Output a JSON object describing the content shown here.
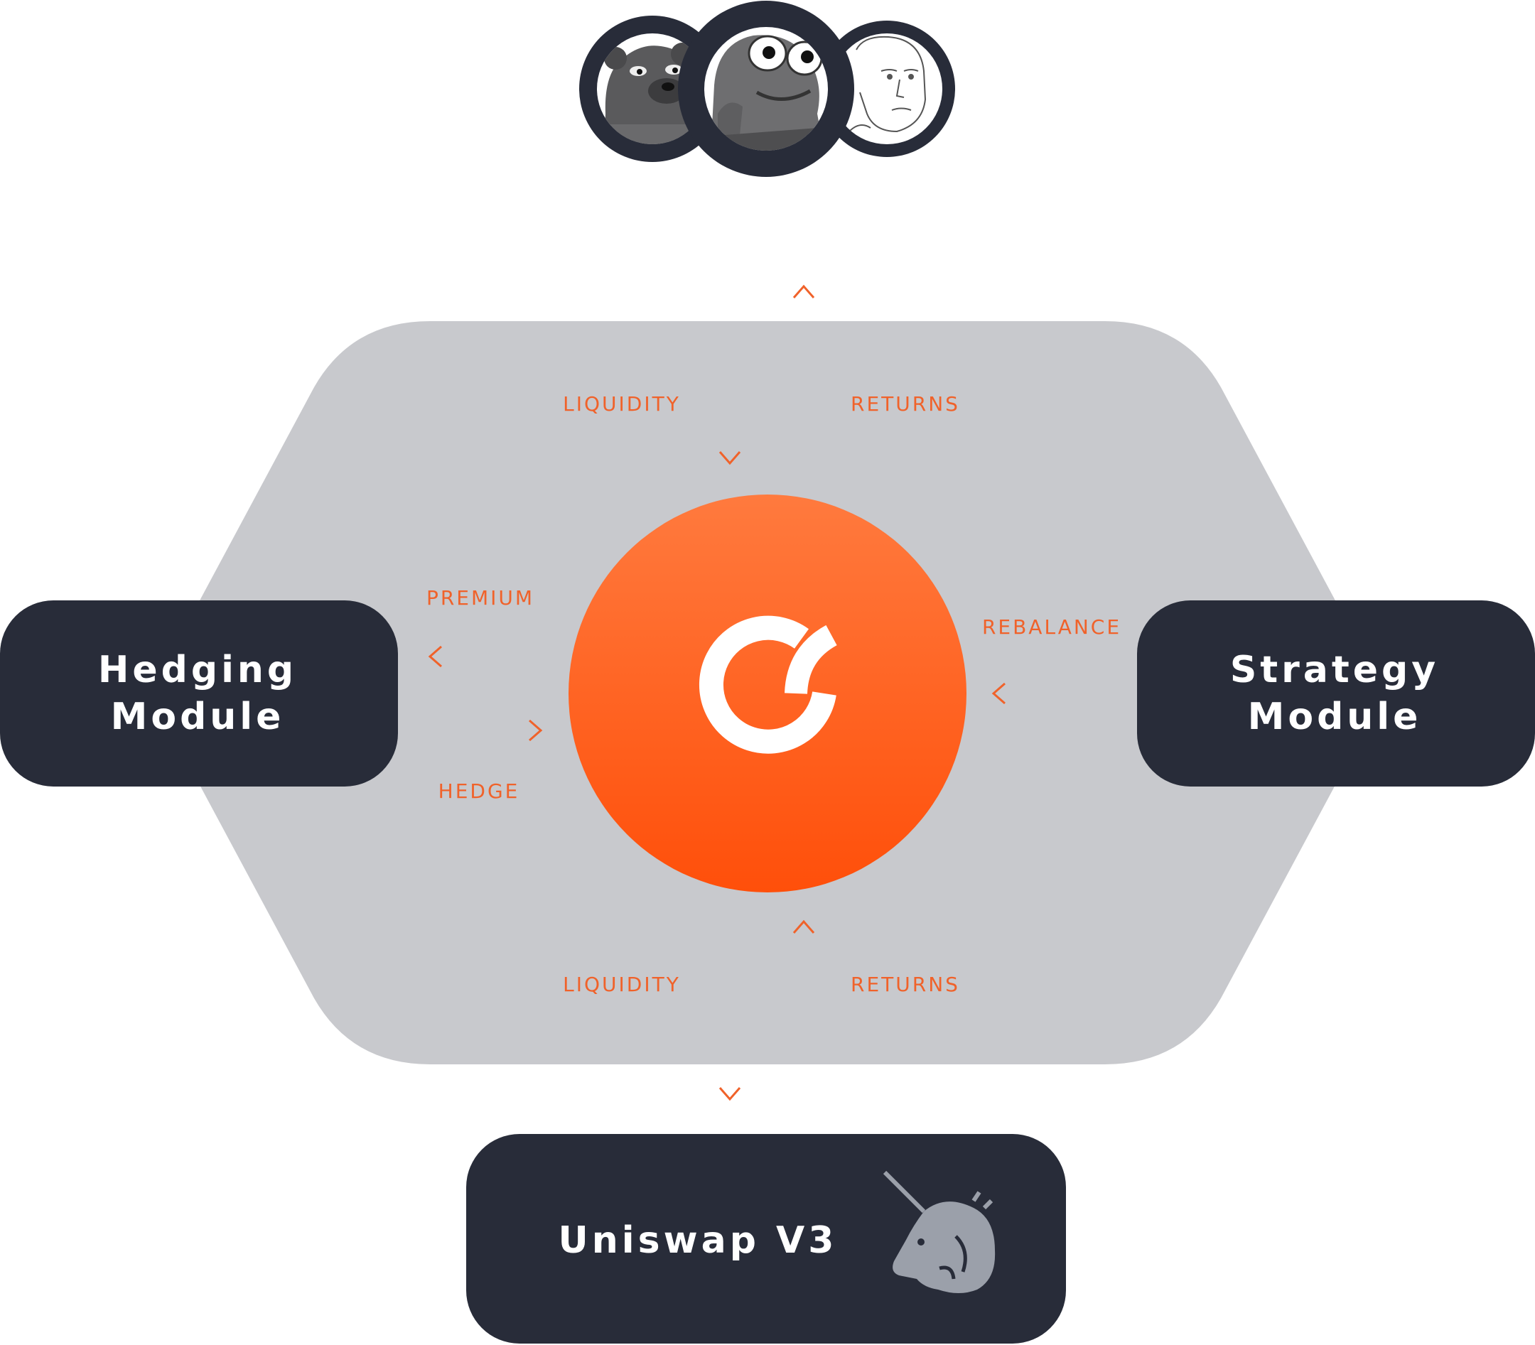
{
  "users": [
    {
      "name": "bear-avatar-icon"
    },
    {
      "name": "frog-avatar-icon"
    },
    {
      "name": "wojak-avatar-icon"
    }
  ],
  "hub": {
    "logo": "vault-logo-icon",
    "color_top": "#FF7A3E",
    "color_bottom": "#FF4F0A"
  },
  "hedging": {
    "line1": "Hedging",
    "line2": "Module"
  },
  "strategy": {
    "line1": "Strategy",
    "line2": "Module"
  },
  "uniswap": {
    "label": "Uniswap V3",
    "icon": "unicorn-icon"
  },
  "flows": {
    "top_liquidity": "LIQUIDITY",
    "top_returns": "RETURNS",
    "premium": "PREMIUM",
    "hedge": "HEDGE",
    "rebalance": "REBALANCE",
    "bottom_liquidity": "LIQUIDITY",
    "bottom_returns": "RETURNS"
  },
  "colors": {
    "accent": "#F0622A",
    "box_dark": "#282C39",
    "hexagon": "#C8C9CD",
    "avatar_ring": "#282C39"
  }
}
